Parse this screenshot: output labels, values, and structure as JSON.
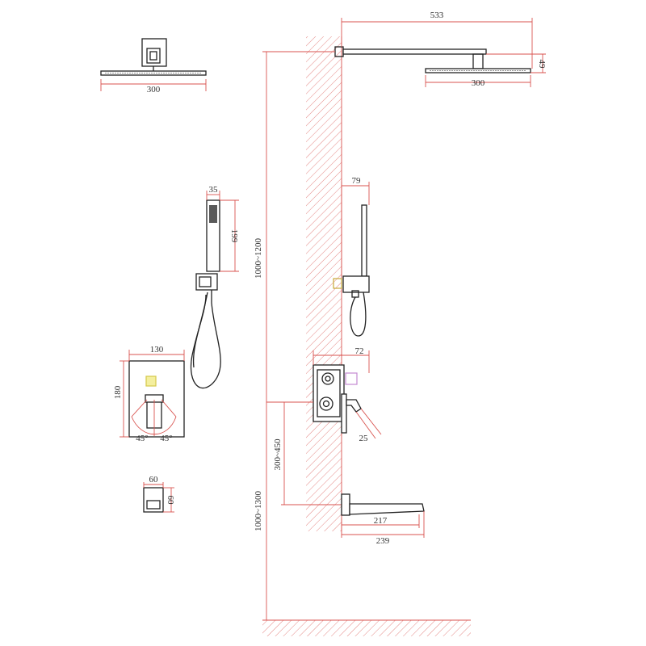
{
  "dimensions": {
    "top_shower_width": "300",
    "arm_length": "533",
    "arm_height": "49",
    "side_shower_width": "300",
    "handshower_width": "35",
    "handshower_length": "199",
    "slide_offset": "79",
    "overall_height_range": "1000~1200",
    "plate_width": "130",
    "plate_height": "180",
    "angle_left": "45°",
    "angle_right": "45°",
    "valve_depth": "72",
    "handle_angle": "25",
    "valve_to_spout": "300~450",
    "spout_height": "1000~1300",
    "spout_reach_inner": "217",
    "spout_reach_outer": "239",
    "spout_face_width": "60",
    "spout_face_height": "60"
  },
  "colors": {
    "dimension_lines": "#d9534f",
    "part_outline": "#222222",
    "highlight": "#d4c94a"
  }
}
